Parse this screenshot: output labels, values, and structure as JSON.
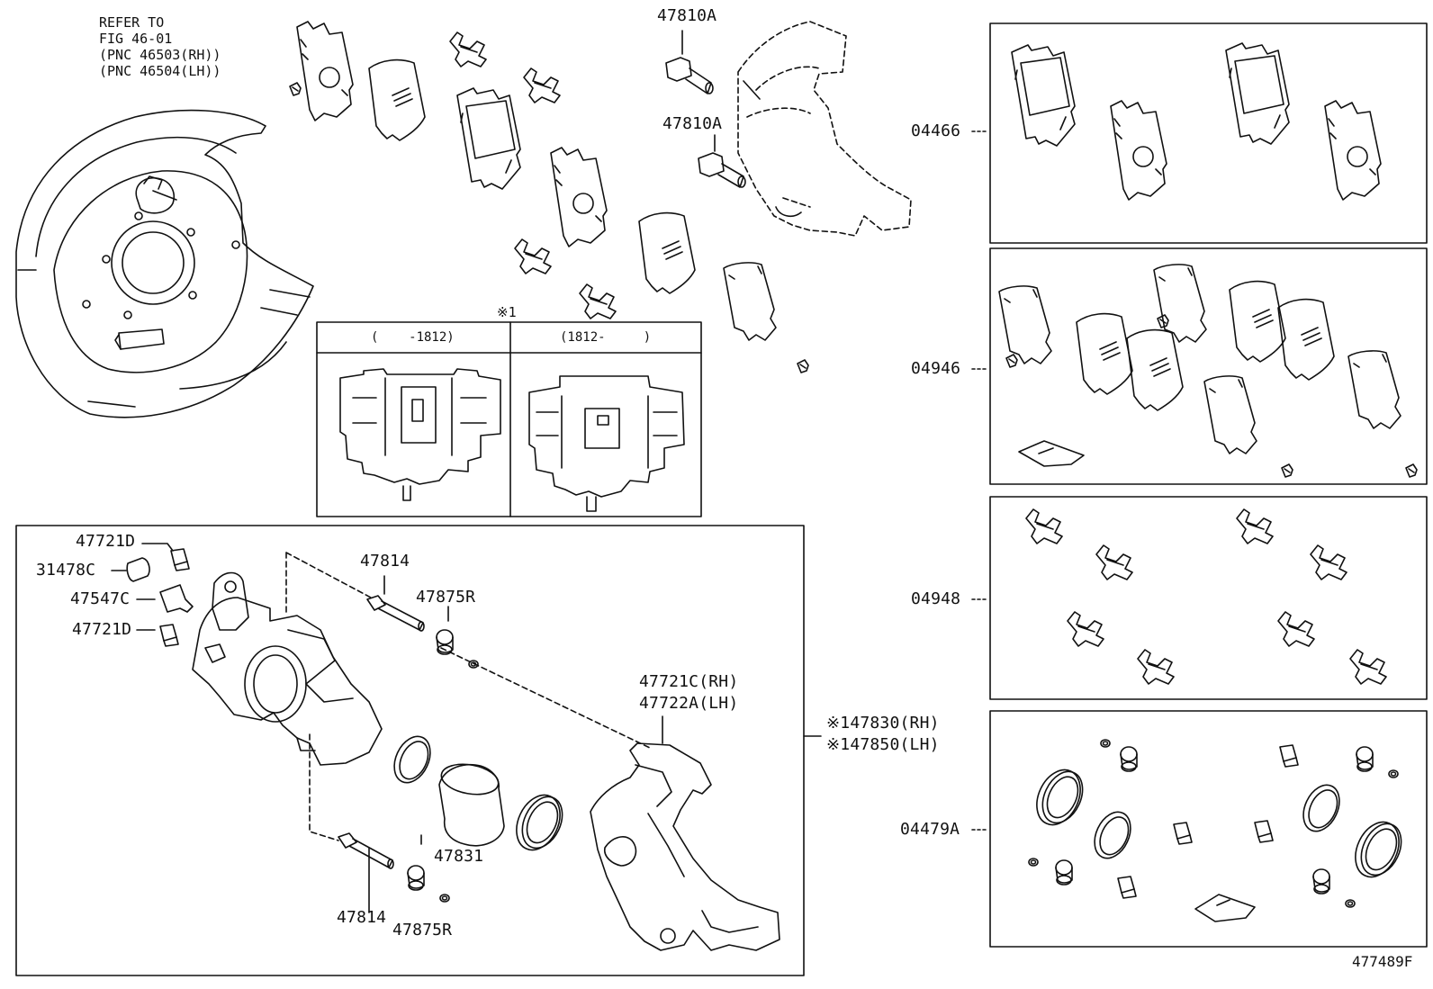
{
  "refer_note": {
    "line1": "REFER TO",
    "line2": "FIG 46-01",
    "line3": "(PNC 46503(RH))",
    "line4": "(PNC 46504(LH))"
  },
  "callouts": {
    "bolt_a_top": "47810A",
    "bolt_a_mid": "47810A",
    "k_04466": "04466",
    "k_04946": "04946",
    "k_04948": "04948",
    "k_04479a": "04479A",
    "plug_top": "47721D",
    "cap_31478c": "31478C",
    "bleeder": "47547C",
    "plug_bottom": "47721D",
    "pin_upper": "47814",
    "boot_upper": "47875R",
    "mount_rh": "47721C(RH)",
    "mount_lh": "47722A(LH)",
    "caliper_rh": "※147830(RH)",
    "caliper_lh": "※147850(LH)",
    "piston": "47831",
    "pin_lower": "47814",
    "boot_lower": "47875R"
  },
  "inset": {
    "mark": "※1",
    "left_header": "(    -1812)",
    "right_header": "(1812-     )"
  },
  "diagram_code": "477489F"
}
